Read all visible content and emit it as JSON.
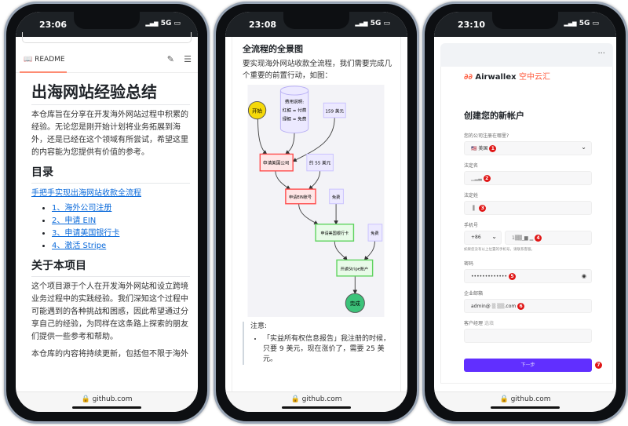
{
  "phones": [
    {
      "time": "23:06",
      "network": "5G",
      "url": "github.com"
    },
    {
      "time": "23:08",
      "network": "5G",
      "url": "github.com"
    },
    {
      "time": "23:10",
      "network": "5G",
      "url": "github.com"
    }
  ],
  "readme": {
    "tab_label": "README",
    "title": "出海网站经验总结",
    "intro": "本仓库旨在分享在开发海外网站过程中积累的经验。无论您是刚开始计划将业务拓展到海外，还是已经在这个领域有所尝试，希望这里的内容能为您提供有价值的参考。",
    "toc_heading": "目录",
    "toc_main_link": "手把手实现出海网站收款全流程",
    "toc_items": [
      "1、海外公司注册",
      "2、申请 EIN",
      "3、申请美国银行卡",
      "4、激活 Stripe"
    ],
    "about_heading": "关于本项目",
    "about_text": "这个项目源于个人在开发海外网站和设立跨境业务过程中的实践经验。我们深知这个过程中可能遇到的各种挑战和困惑，因此希望通过分享自己的经验，为同样在这条路上探索的朋友们提供一些参考和帮助。",
    "more_text": "本仓库的内容将持续更新，包括但不限于海外"
  },
  "flow": {
    "heading": "全流程的全景图",
    "intro": "要实现海外网站收款全流程，我们需要完成几个重要的前置行动，如图：",
    "nodes": {
      "start": "开始",
      "legend": [
        "费用说明:",
        "红框 = 付费",
        "绿框 = 免费"
      ],
      "cost_company": "159 美元",
      "company": "申请美国公司",
      "cost_ein": "约 55 美元",
      "ein": "申请EIN账号",
      "cost_bank": "免费",
      "bank": "申请美国银行卡",
      "cost_stripe": "免费",
      "stripe": "开通Stripe账户",
      "done": "完成"
    },
    "colors": {
      "paid_border": "#ff4d4d",
      "paid_fill": "#ffe6e6",
      "free_border": "#5fd35f",
      "free_fill": "#e8fbe8",
      "cost_border": "#c8c0ff",
      "start": "#f5d90a",
      "done": "#3cc37a"
    },
    "note_title": "注意:",
    "note_item": "「实益所有权信息报告」我注册的时候，只要 9 美元，现在涨价了，需要 25 美元。"
  },
  "signup": {
    "brand": "Airwallex",
    "brand_cn": "空中云汇",
    "menu": "···",
    "title": "创建您的新帐户",
    "country_label": "您的公司注册在哪里?",
    "country_value": "美国",
    "first_name_label": "法定名",
    "last_name_label": "法定姓",
    "phone_label": "手机号",
    "phone_code": "+86",
    "phone_hint": "如果您没有以上位置的手机号，请联系客服。",
    "password_label": "密码",
    "password_value": "•••••••••••••",
    "email_label": "企业邮箱",
    "email_value": "admin@",
    "email_domain": ".com",
    "manager_label": "客户经理",
    "manager_optional": "选填",
    "next_button": "下一步",
    "badges": [
      "1",
      "2",
      "3",
      "4",
      "5",
      "6",
      "7"
    ],
    "accent": "#612fff"
  }
}
